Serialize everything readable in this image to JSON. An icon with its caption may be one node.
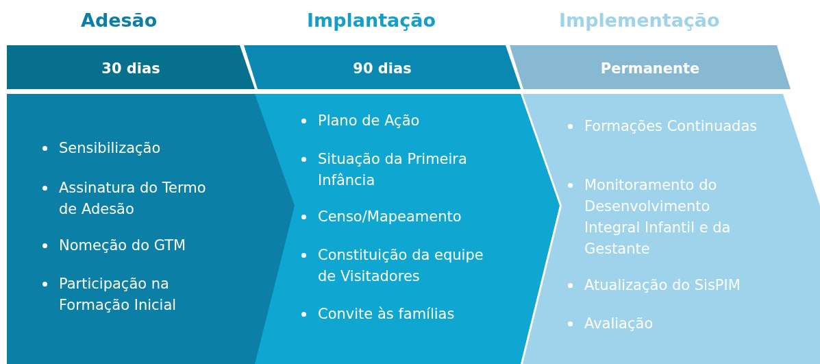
{
  "diagram": {
    "nodes": [
      {
        "text": [
          "Adesão",
          "30 dias"
        ]
      },
      {
        "text": [
          "Sensibilização",
          "Assinatura do Termo de Adesão",
          "Nomeção do GTM",
          "Participação na Formação Inicial"
        ]
      },
      {
        "text": [
          "Implantação",
          "90 dias"
        ]
      },
      {
        "text": [
          "Plano de Ação",
          "Situação da Primeira Infância",
          "Censo/Mapeamento",
          "Constituição da equipe de Visitadores",
          "Convite às famílias"
        ]
      },
      {
        "text": [
          "Implementação",
          "Permanente"
        ]
      },
      {
        "text": [
          "Formações Continuadas",
          "Monitoramento do Desenvolvimento Integral Infantil e da Gestante",
          "Atualização do SisPIM",
          "Avaliação"
        ]
      }
    ],
    "edges": []
  }
}
